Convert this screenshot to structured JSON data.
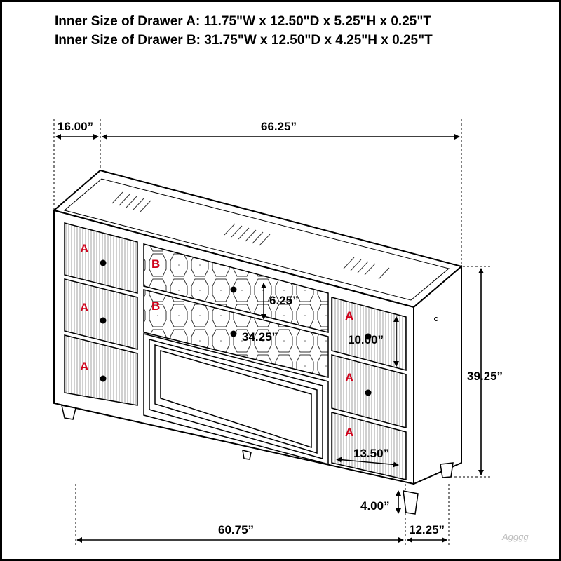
{
  "specs": {
    "drawer_a": "Inner Size of Drawer A: 11.75\"W x 12.50\"D x 5.25\"H x 0.25\"T",
    "drawer_b": "Inner Size of Drawer B: 31.75\"W x 12.50\"D x 4.25\"H x 0.25\"T"
  },
  "dimensions": {
    "side_depth_top": "16.00”",
    "top_width": "66.25”",
    "drawer_b_height": "6.25”",
    "drawer_b_width": "34.25”",
    "drawer_a_height": "10.00”",
    "drawer_a_width": "13.50”",
    "total_height": "39.25”",
    "leg_height": "4.00”",
    "front_width": "60.75”",
    "side_depth_bottom": "12.25”"
  },
  "drawer_labels": {
    "a": "A",
    "b": "B"
  },
  "watermark": "Agggg",
  "colors": {
    "line": "#000000",
    "label_red": "#d0021b",
    "background": "#ffffff"
  },
  "icons": [
    "arrow-left-icon",
    "arrow-right-icon",
    "arrow-up-icon",
    "arrow-down-icon",
    "drawer-knob-icon"
  ]
}
